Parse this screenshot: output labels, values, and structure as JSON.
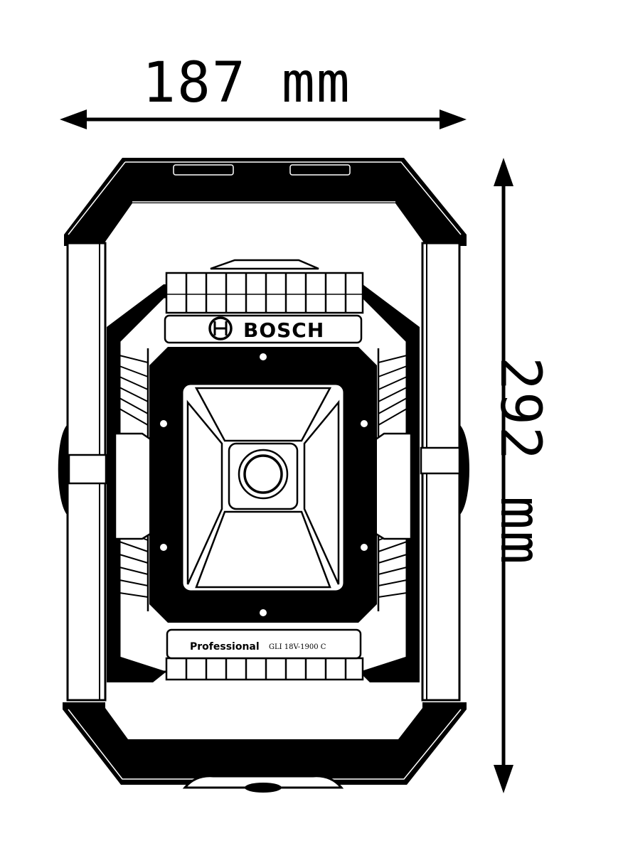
{
  "figure": {
    "type": "dimension-drawing",
    "subject": "Bosch cordless work light (front view)",
    "colors": {
      "line": "#000000",
      "background": "#ffffff"
    }
  },
  "dimensions": {
    "width": {
      "value": 187,
      "unit": "mm",
      "label": "187 mm",
      "orientation": "horizontal"
    },
    "height": {
      "value": 292,
      "unit": "mm",
      "label": "292 mm",
      "orientation": "vertical"
    }
  },
  "product": {
    "brand": "BOSCH",
    "brand_icon": "bosch-armature-logo-icon",
    "series": "Professional",
    "model": "GLI 18V-1900 C"
  }
}
